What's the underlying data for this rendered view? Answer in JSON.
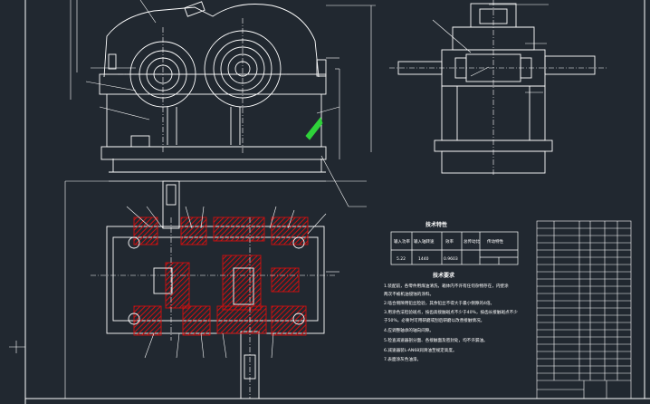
{
  "drawing": {
    "tech_params": {
      "title": "技术特性",
      "headers": [
        "输入功率",
        "输入轴转速",
        "效率",
        "总传动比",
        "传动特性"
      ],
      "row": [
        "5.22",
        "1440",
        "0.9603",
        "",
        ""
      ]
    },
    "tech_requirements": {
      "title": "技术要求",
      "items": [
        "1.装配前，各零件用煤油清洗，箱体内不许有任何杂物存在，内壁涂",
        "   两次不被机油侵蚀的涂料。",
        "2.啮合侧隙用铅丝检验，其余铅丝不得大于最小侧隙的4倍。",
        "3.用涂色法检验斑点，按齿高接触斑点不少于40%，按齿长接触斑点不少",
        "   于50%，必要时可用研磨或刮后研磨以改善接触情况。",
        "4.应调整轴承的轴向间隙。",
        "5.检查减速器剖分面、各接触面及密封处，均不许漏油。",
        "6.减速器装L-AN68润滑油至规定高度。",
        "7.表面涂灰色油漆。"
      ]
    },
    "colors": {
      "background": "#212830",
      "line": "#ffffff",
      "section_hatch": "#d01010",
      "leader": "#ffffff",
      "weld_mark": "#2fd23a"
    }
  }
}
